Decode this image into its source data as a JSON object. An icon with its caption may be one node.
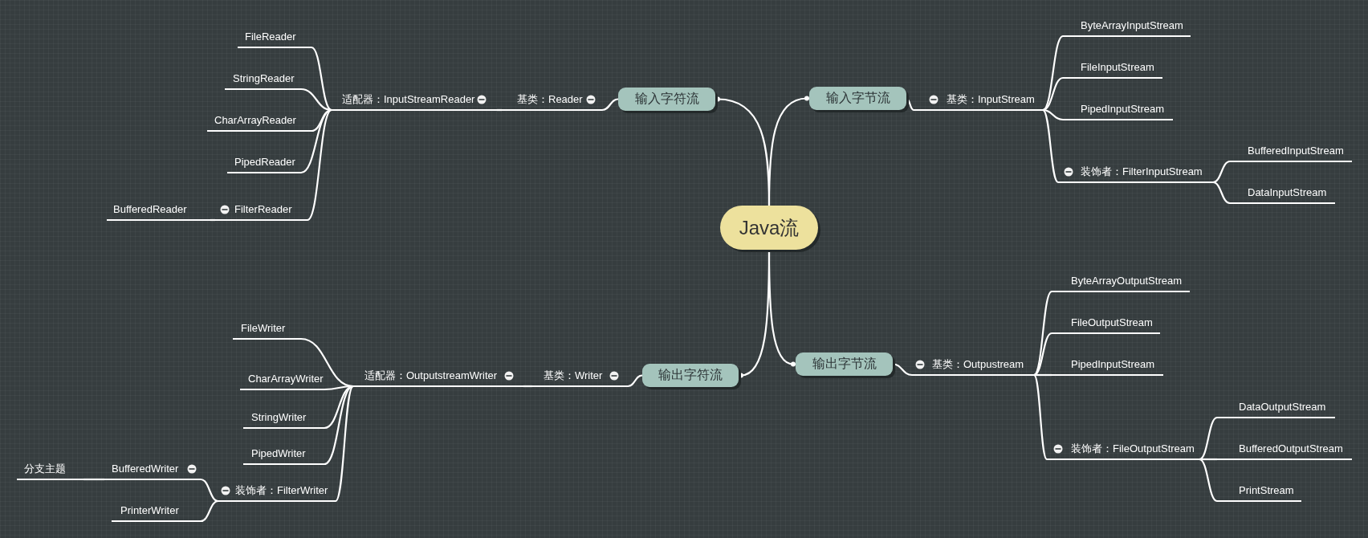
{
  "diagram": {
    "nodes": [
      {
        "text": [
          "Java流"
        ]
      },
      {
        "text": [
          "输入字符流"
        ]
      },
      {
        "text": [
          "输入字节流"
        ]
      },
      {
        "text": [
          "输出字符流"
        ]
      },
      {
        "text": [
          "输出字节流"
        ]
      },
      {
        "text": [
          "基类：Reader"
        ]
      },
      {
        "text": [
          "适配器：InputStreamReader"
        ]
      },
      {
        "text": [
          "FileReader"
        ]
      },
      {
        "text": [
          "StringReader"
        ]
      },
      {
        "text": [
          "CharArrayReader"
        ]
      },
      {
        "text": [
          "PipedReader"
        ]
      },
      {
        "text": [
          "FilterReader"
        ]
      },
      {
        "text": [
          "BufferedReader"
        ]
      },
      {
        "text": [
          "基类：InputStream"
        ]
      },
      {
        "text": [
          "ByteArrayInputStream"
        ]
      },
      {
        "text": [
          "FileInputStream"
        ]
      },
      {
        "text": [
          "PipedInputStream"
        ]
      },
      {
        "text": [
          "装饰者：FilterInputStream"
        ]
      },
      {
        "text": [
          "BufferedInputStream"
        ]
      },
      {
        "text": [
          "DataInputStream"
        ]
      },
      {
        "text": [
          "基类：Writer"
        ]
      },
      {
        "text": [
          "适配器：OutputstreamWriter"
        ]
      },
      {
        "text": [
          "FileWriter"
        ]
      },
      {
        "text": [
          "CharArrayWriter"
        ]
      },
      {
        "text": [
          "StringWriter"
        ]
      },
      {
        "text": [
          "PipedWriter"
        ]
      },
      {
        "text": [
          "装饰者：FilterWriter"
        ]
      },
      {
        "text": [
          "BufferedWriter"
        ]
      },
      {
        "text": [
          "PrinterWriter"
        ]
      },
      {
        "text": [
          "分支主题"
        ]
      },
      {
        "text": [
          "基类：Outpustream"
        ]
      },
      {
        "text": [
          "ByteArrayOutputStream"
        ]
      },
      {
        "text": [
          "FileOutputStream"
        ]
      },
      {
        "text": [
          "PipedInputStream"
        ]
      },
      {
        "text": [
          "装饰者：FileOutputStream"
        ]
      },
      {
        "text": [
          "DataOutputStream"
        ]
      },
      {
        "text": [
          "BufferedOutputStream"
        ]
      },
      {
        "text": [
          "PrintStream"
        ]
      }
    ],
    "edges": [
      {
        "from": 0,
        "to": 1,
        "arrow": "other"
      },
      {
        "from": 0,
        "to": 2,
        "arrow": "other"
      },
      {
        "from": 0,
        "to": 3,
        "arrow": "other"
      },
      {
        "from": 0,
        "to": 4,
        "arrow": "other"
      },
      {
        "from": 1,
        "to": 5,
        "arrow": "none"
      },
      {
        "from": 5,
        "to": 6,
        "arrow": "none"
      },
      {
        "from": 6,
        "to": 7,
        "arrow": "none"
      },
      {
        "from": 6,
        "to": 8,
        "arrow": "none"
      },
      {
        "from": 6,
        "to": 9,
        "arrow": "none"
      },
      {
        "from": 6,
        "to": 10,
        "arrow": "none"
      },
      {
        "from": 6,
        "to": 11,
        "arrow": "none"
      },
      {
        "from": 11,
        "to": 12,
        "arrow": "none"
      },
      {
        "from": 2,
        "to": 13,
        "arrow": "none"
      },
      {
        "from": 13,
        "to": 14,
        "arrow": "none"
      },
      {
        "from": 13,
        "to": 15,
        "arrow": "none"
      },
      {
        "from": 13,
        "to": 16,
        "arrow": "none"
      },
      {
        "from": 13,
        "to": 17,
        "arrow": "none"
      },
      {
        "from": 17,
        "to": 18,
        "arrow": "none"
      },
      {
        "from": 17,
        "to": 19,
        "arrow": "none"
      },
      {
        "from": 3,
        "to": 20,
        "arrow": "none"
      },
      {
        "from": 20,
        "to": 21,
        "arrow": "none"
      },
      {
        "from": 21,
        "to": 22,
        "arrow": "none"
      },
      {
        "from": 21,
        "to": 23,
        "arrow": "none"
      },
      {
        "from": 21,
        "to": 24,
        "arrow": "none"
      },
      {
        "from": 21,
        "to": 25,
        "arrow": "none"
      },
      {
        "from": 21,
        "to": 26,
        "arrow": "none"
      },
      {
        "from": 26,
        "to": 27,
        "arrow": "none"
      },
      {
        "from": 26,
        "to": 28,
        "arrow": "none"
      },
      {
        "from": 27,
        "to": 29,
        "arrow": "none"
      },
      {
        "from": 4,
        "to": 30,
        "arrow": "none"
      },
      {
        "from": 30,
        "to": 31,
        "arrow": "none"
      },
      {
        "from": 30,
        "to": 32,
        "arrow": "none"
      },
      {
        "from": 30,
        "to": 33,
        "arrow": "none"
      },
      {
        "from": 30,
        "to": 34,
        "arrow": "none"
      },
      {
        "from": 34,
        "to": 35,
        "arrow": "none"
      },
      {
        "from": 34,
        "to": 36,
        "arrow": "none"
      },
      {
        "from": 34,
        "to": 37,
        "arrow": "none"
      }
    ]
  }
}
